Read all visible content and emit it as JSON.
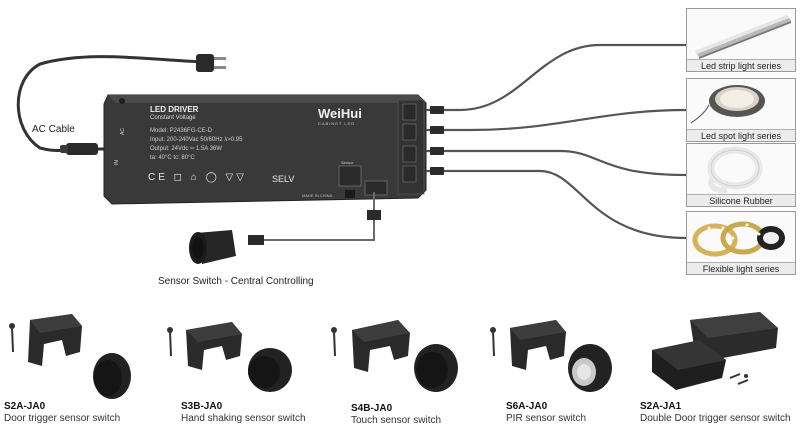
{
  "driver": {
    "title": "LED DRIVER",
    "subtitle": "Constant Voltage",
    "model": "Model: P2436FG-CE-D",
    "input": "Input: 200-240Vac  50/60Hz  λ>0.95",
    "output": "Output: 24Vdc ═ 1.5A  36W",
    "temps": "ta: 40°C  tc: 80°C",
    "brand": "WeiHui",
    "brand_sub": "CABINET LED",
    "marks": "CE ◻ ⌂ ◯ ▽▽",
    "selv": "SELV",
    "made_in": "MADE IN CHINA",
    "sensor_label": "Sensor",
    "ac_label": "AC",
    "ac_in": "IN"
  },
  "labels": {
    "ac_cable": "AC Cable",
    "sensor_switch": "Sensor Switch - Central Controlling"
  },
  "products": [
    {
      "caption": "Led strip light series",
      "icon": "led-strip-icon"
    },
    {
      "caption": "Led spot light series",
      "icon": "spot-light-icon"
    },
    {
      "caption": "Silicone Rubber",
      "icon": "silicone-strip-icon"
    },
    {
      "caption": "Flexible light series",
      "icon": "flexible-strip-icon"
    }
  ],
  "sensors": [
    {
      "code": "S2A-JA0",
      "desc": "Door trigger sensor switch"
    },
    {
      "code": "S3B-JA0",
      "desc": "Hand shaking sensor switch"
    },
    {
      "code": "S4B-JA0",
      "desc": "Touch sensor switch"
    },
    {
      "code": "S6A-JA0",
      "desc": "PIR sensor switch"
    },
    {
      "code": "S2A-JA1",
      "desc": "Double Door trigger sensor switch"
    }
  ],
  "colors": {
    "driver_body": "#3a3a3a",
    "cable": "#4a4a4a",
    "caption_bg": "#ececec"
  }
}
